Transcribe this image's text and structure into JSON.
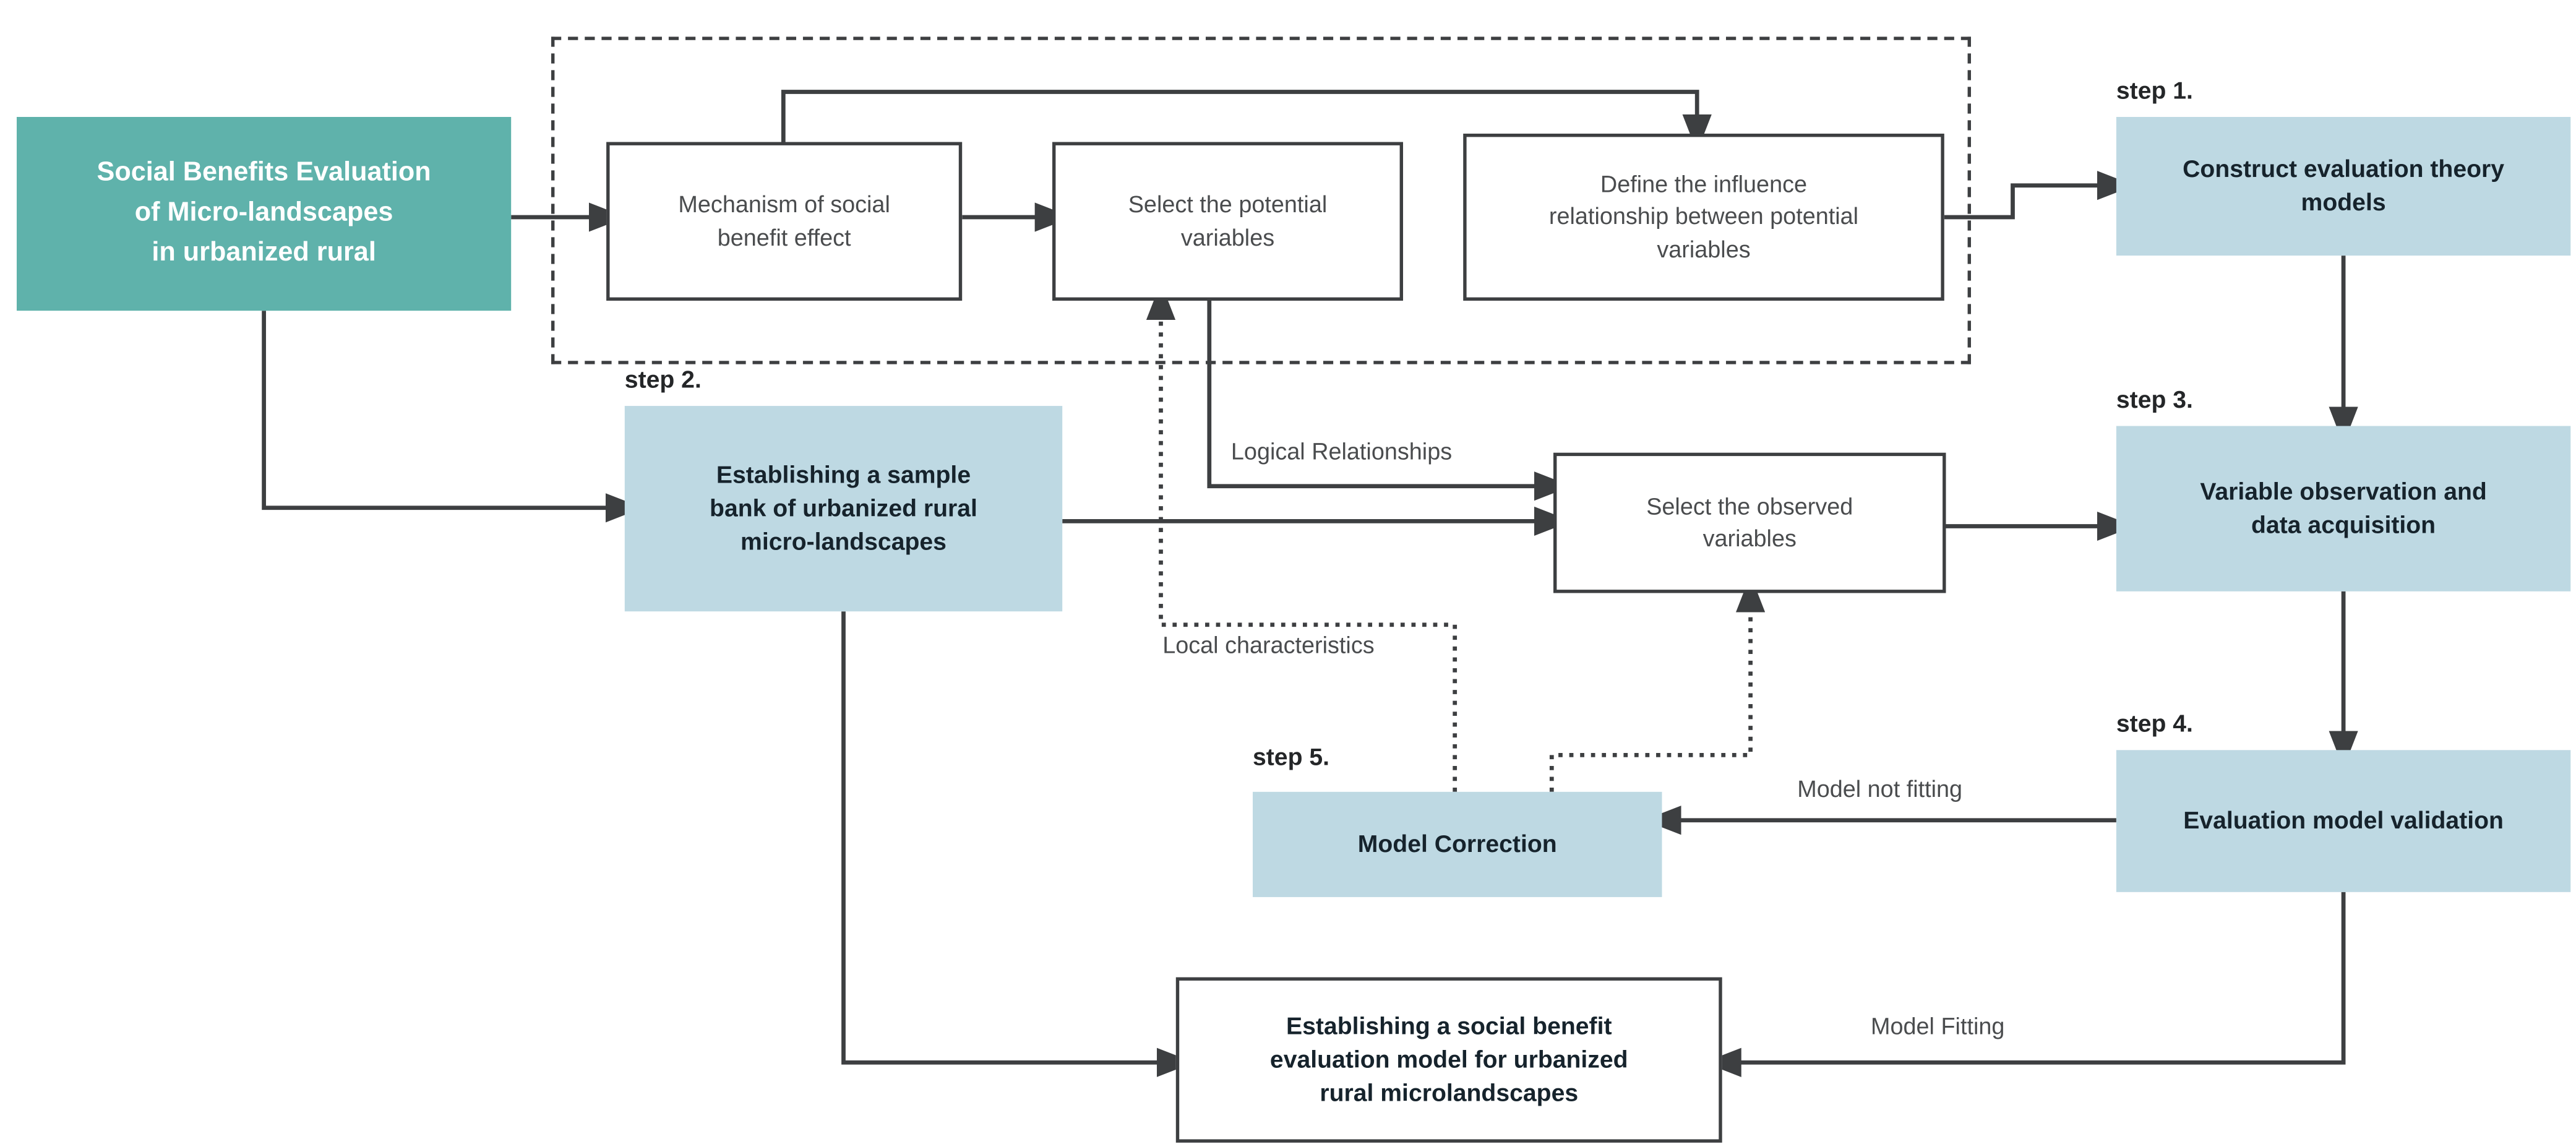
{
  "diagram": {
    "root": {
      "label": "Social Benefits Evaluation\nof Micro-landscapes\nin urbanized rural"
    },
    "theory_group": {
      "mechanism": {
        "label": "Mechanism of social\nbenefit effect"
      },
      "potential": {
        "label": "Select the potential\nvariables"
      },
      "define": {
        "label": "Define the influence\nrelationship between potential\nvariables"
      }
    },
    "observed": {
      "label": "Select the observed\nvariables"
    },
    "final": {
      "label": "Establishing a social benefit\nevaluation model for urbanized\nrural microlandscapes"
    },
    "steps": {
      "step1": {
        "tag": "step 1.",
        "label": "Construct evaluation theory\nmodels"
      },
      "step2": {
        "tag": "step 2.",
        "label": "Establishing a sample\nbank of urbanized rural\nmicro-landscapes"
      },
      "step3": {
        "tag": "step 3.",
        "label": "Variable observation and\ndata acquisition"
      },
      "step4": {
        "tag": "step 4.",
        "label": "Evaluation model validation"
      },
      "step5": {
        "tag": "step 5.",
        "label": "Model Correction"
      }
    },
    "edge_labels": {
      "logical_relationships": "Logical Relationships",
      "local_characteristics": "Local characteristics",
      "model_not_fitting": "Model not fitting",
      "model_fitting": "Model Fitting"
    },
    "colors": {
      "teal": "#5fb2ab",
      "light_blue": "#bed9e3",
      "line": "#3d3f41",
      "text_dark": "#16232c",
      "text_gray": "#4a4c4e",
      "background": "#ffffff"
    }
  }
}
